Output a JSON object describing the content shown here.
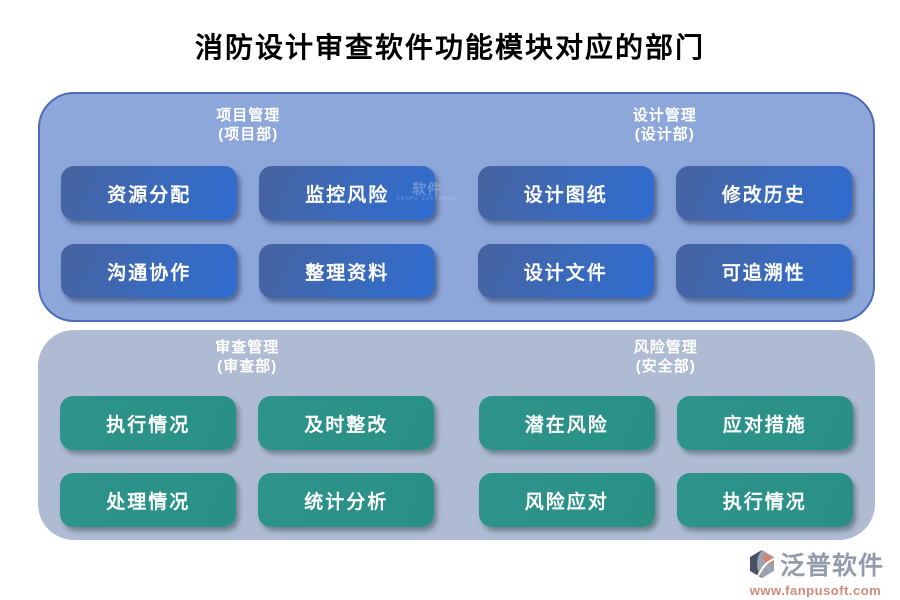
{
  "title": "消防设计审查软件功能模块对应的部门",
  "panels": [
    {
      "groups": [
        {
          "name": "项目管理",
          "dept": "(项目部)",
          "buttons": [
            "资源分配",
            "监控风险",
            "沟通协作",
            "整理资料"
          ]
        },
        {
          "name": "设计管理",
          "dept": "(设计部)",
          "buttons": [
            "设计图纸",
            "修改历史",
            "设计文件",
            "可追溯性"
          ]
        }
      ]
    },
    {
      "groups": [
        {
          "name": "审查管理",
          "dept": "(审查部)",
          "buttons": [
            "执行情况",
            "及时整改",
            "处理情况",
            "统计分析"
          ]
        },
        {
          "name": "风险管理",
          "dept": "(安全部)",
          "buttons": [
            "潜在风险",
            "应对措施",
            "风险应对",
            "执行情况"
          ]
        }
      ]
    }
  ],
  "watermark": {
    "text": "软件",
    "subtext": "FANPU SOFTWARE"
  },
  "footer": {
    "brand": "泛普软件",
    "url": "www.fanpusoft.com"
  },
  "colors": {
    "panel_top_bg": "#8da7db",
    "panel_top_border": "#4d6db8",
    "panel_bottom_bg": "#aebbd2",
    "blue_button_start": "#47639f",
    "blue_button_end": "#2f6cd0",
    "green_button": "#2b9288",
    "button_text": "#ffffff",
    "title_text": "#000000",
    "brand_gray": "#939cab",
    "brand_salmon": "#d08a7b",
    "logo_dark": "#4a5364",
    "logo_salmon": "#d9806e",
    "logo_gray": "#9aa3b2"
  }
}
